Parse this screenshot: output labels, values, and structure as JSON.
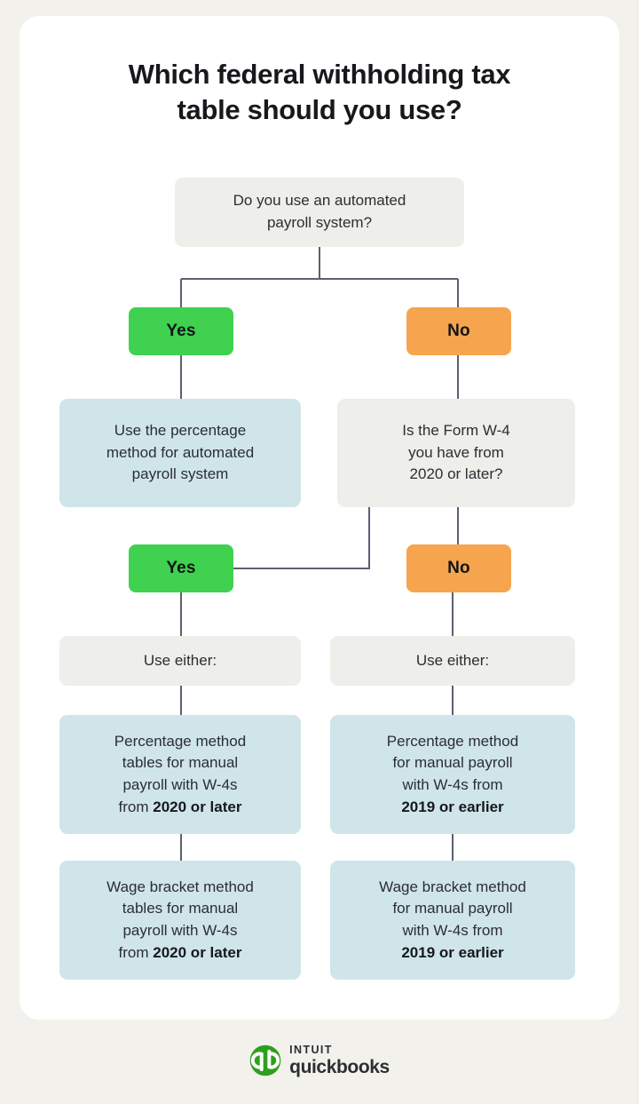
{
  "meta": {
    "title": "Which federal withholding tax table should you use?",
    "title_line1": "Which federal withholding tax",
    "title_line2": "table should you use?"
  },
  "colors": {
    "page_background": "#f2f1ec",
    "card_background": "#ffffff",
    "grey_box": "#eeeeea",
    "blue_box": "#cfe5ea",
    "yes_pill": "#3fd14f",
    "no_pill": "#f7a44e",
    "connector": "#5a6072",
    "text": "#2b2e33",
    "brand_green": "#2ca01c"
  },
  "flow": {
    "root_question": {
      "label": "Do you use an automated payroll system?",
      "line1": "Do you use an automated",
      "line2": "payroll system?"
    },
    "branch1": {
      "yes_label": "Yes",
      "no_label": "No"
    },
    "yes_outcome": {
      "label": "Use the percentage method for automated payroll system",
      "line1": "Use the percentage",
      "line2": "method for automated",
      "line3": "payroll system"
    },
    "w4_question": {
      "label": "Is the Form W-4 you have from 2020 or later?",
      "line1": "Is the Form W-4",
      "line2": "you have from",
      "line3": "2020 or later?"
    },
    "branch2": {
      "yes_label": "Yes",
      "no_label": "No"
    },
    "left_column": {
      "use_either_label": "Use either:",
      "percentage_option": {
        "line1": "Percentage method",
        "line2": "tables for manual",
        "line3": "payroll with W-4s",
        "line4_prefix": "from ",
        "line4_bold": "2020 or later",
        "full": "Percentage method tables for manual payroll with W-4s from 2020 or later"
      },
      "wage_bracket_option": {
        "line1": "Wage bracket method",
        "line2": "tables for manual",
        "line3": "payroll with W-4s",
        "line4_prefix": "from ",
        "line4_bold": "2020 or later",
        "full": "Wage bracket method tables for manual payroll with W-4s from 2020 or later"
      }
    },
    "right_column": {
      "use_either_label": "Use either:",
      "percentage_option": {
        "line1": "Percentage method",
        "line2": "for manual payroll",
        "line3": "with W-4s from",
        "line4_bold": "2019 or earlier",
        "full": "Percentage method for manual payroll with W-4s from 2019 or earlier"
      },
      "wage_bracket_option": {
        "line1": "Wage bracket method",
        "line2": "for manual payroll",
        "line3": "with W-4s from",
        "line4_bold": "2019 or earlier",
        "full": "Wage bracket method for manual payroll with W-4s from 2019 or earlier"
      }
    }
  },
  "footer": {
    "logo_mark_name": "quickbooks-qb-monogram",
    "intuit_wordmark": "INTUIT",
    "quickbooks_wordmark": "quickbooks"
  }
}
